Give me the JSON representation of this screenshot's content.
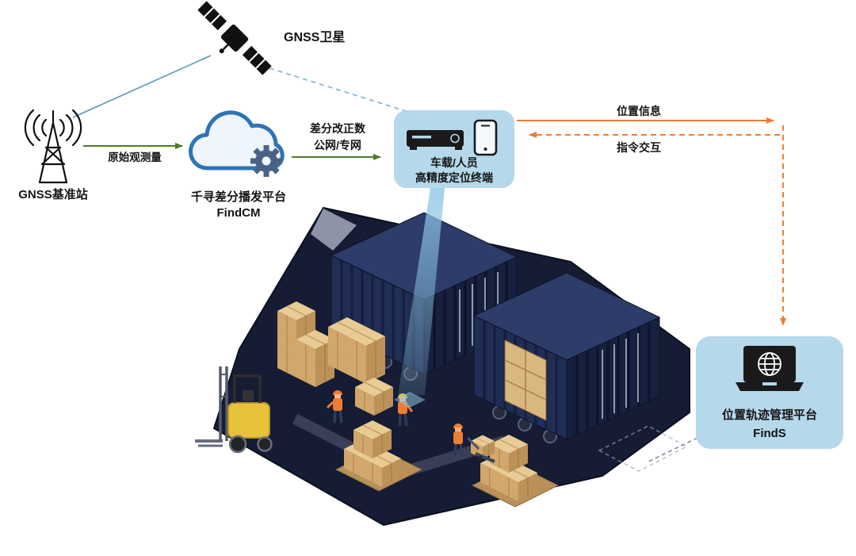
{
  "diagram": {
    "satellite": {
      "label": "GNSS卫星"
    },
    "base_station": {
      "label": "GNSS基准站"
    },
    "link_raw_observation": {
      "label": "原始观测量"
    },
    "cloud_platform": {
      "title": "千寻差分播发平台",
      "subtitle": "FindCM"
    },
    "link_correction": {
      "line1": "差分改正数",
      "line2": "公网/专网"
    },
    "terminal_panel": {
      "line1": "车载/人员",
      "line2": "高精度定位终端"
    },
    "link_position_info": {
      "label": "位置信息"
    },
    "link_command": {
      "label": "指令交互"
    },
    "platform_panel": {
      "title": "位置轨迹管理平台",
      "subtitle": "FindS"
    }
  },
  "colors": {
    "green_arrow": "#4e7a2a",
    "orange_arrow": "#ed7d31",
    "panel_blue": "#b5d8ea",
    "cloud_blue": "#2e74b5",
    "signal_blue": "#85b9d8",
    "ground_navy": "#151c33",
    "container_navy": "#202e56",
    "carton_tan": "#d9b77f",
    "forklift_yellow": "#e9c23c"
  }
}
